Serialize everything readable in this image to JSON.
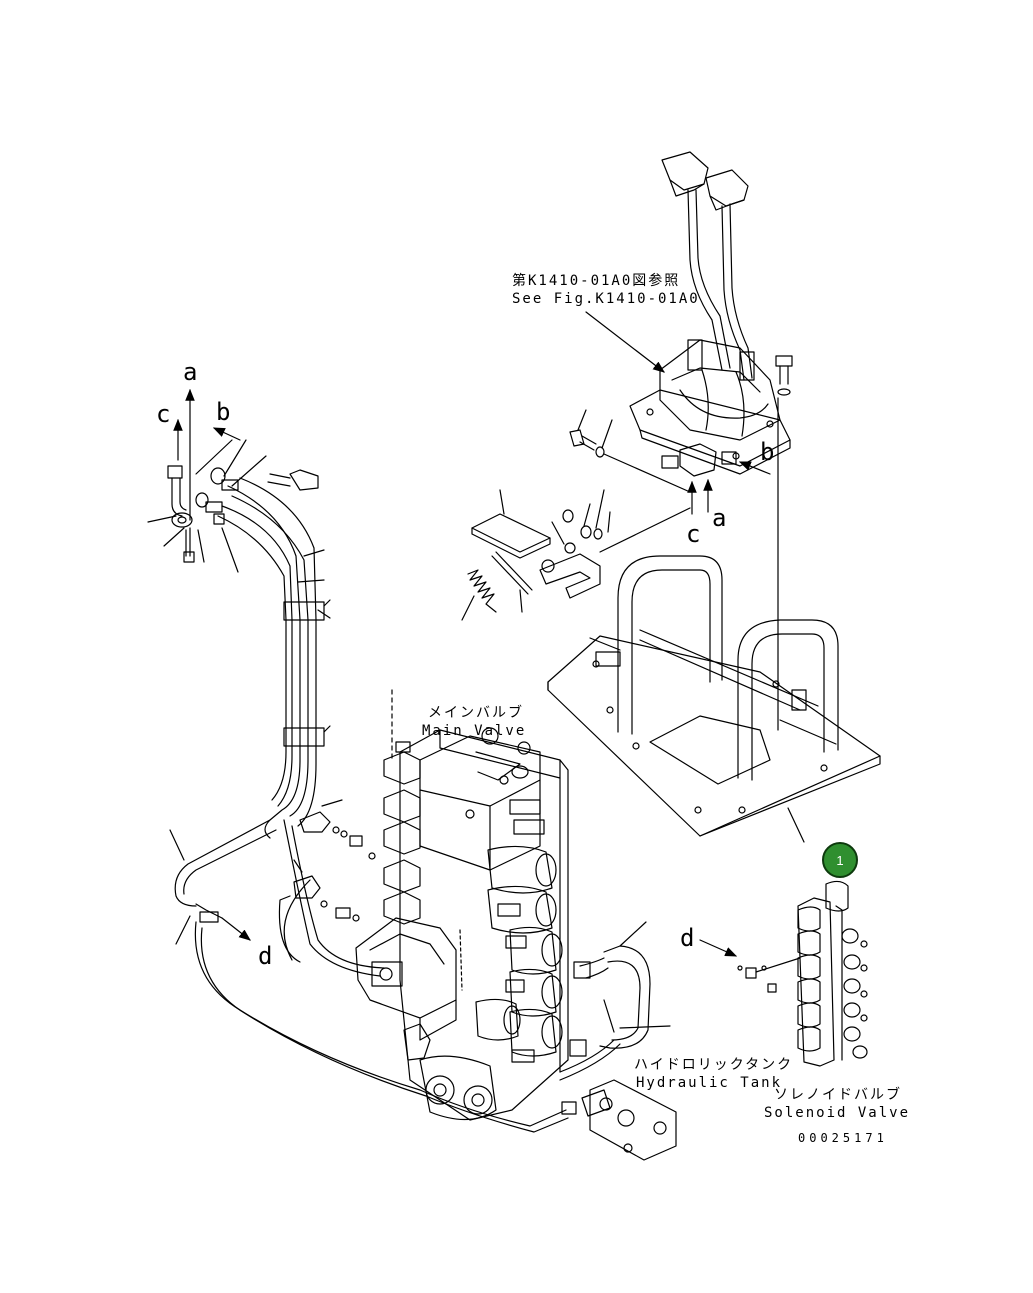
{
  "labels": {
    "ref_jp": "第K1410-01A0図参照",
    "ref_en": "See Fig.K1410-01A0",
    "main_valve_jp": "メインバルブ",
    "main_valve_en": "Main Valve",
    "hydraulic_tank_jp": "ハイドロリックタンク",
    "hydraulic_tank_en": "Hydraulic Tank",
    "solenoid_valve_jp": "ソレノイドバルブ",
    "solenoid_valve_en": "Solenoid Valve",
    "drawing_number": "00025171"
  },
  "arrow_letters": {
    "a_left": "a",
    "b_left": "b",
    "c_left": "c",
    "a_right": "a",
    "b_right": "b",
    "c_right": "c",
    "d_left": "d",
    "d_right": "d"
  },
  "callouts": [
    {
      "number": "1",
      "color": "#2f8f2f"
    }
  ]
}
